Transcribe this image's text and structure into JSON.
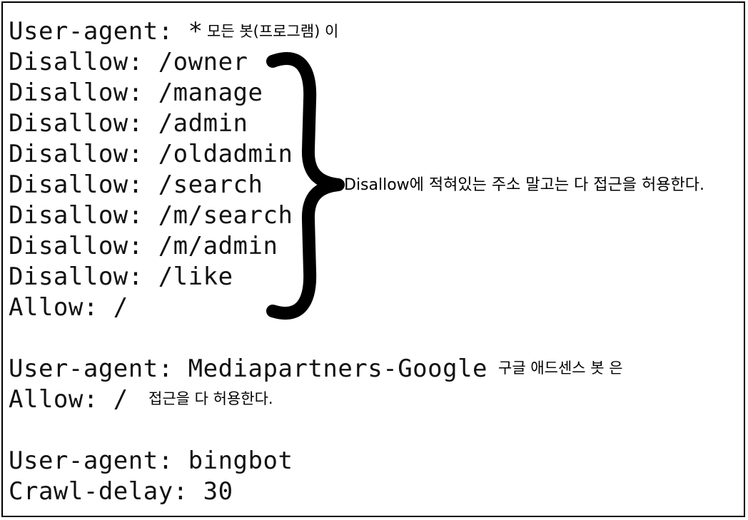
{
  "code_lines": [
    "User-agent: *",
    "Disallow: /owner",
    "Disallow: /manage",
    "Disallow: /admin",
    "Disallow: /oldadmin",
    "Disallow: /search",
    "Disallow: /m/search",
    "Disallow: /m/admin",
    "Disallow: /like",
    "Allow: /",
    "User-agent: Mediapartners-Google",
    "Allow: /",
    "User-agent: bingbot",
    "Crawl-delay: 30"
  ],
  "notes": {
    "all_bots": "모든 봇(프로그램) 이",
    "disallow_explain": "Disallow에 적혀있는 주소 말고는 다 접근을 허용한다.",
    "adsense_bot": "구글 애드센스 봇 은",
    "adsense_allow": "접근을 다 허용한다."
  },
  "colors": {
    "text": "#111111",
    "brace": "#000000",
    "border": "#000000",
    "background": "#ffffff"
  }
}
